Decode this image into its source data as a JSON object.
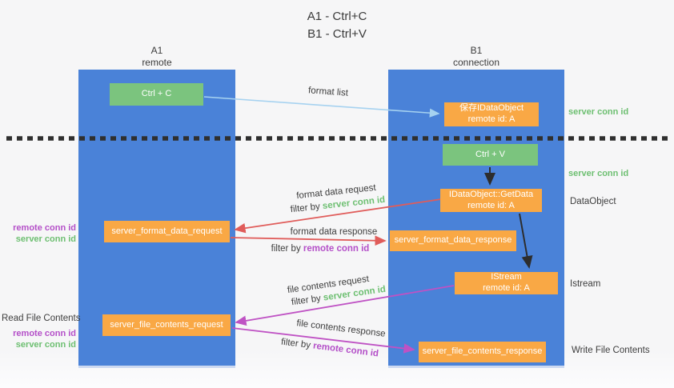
{
  "title": {
    "line1": "A1 - Ctrl+C",
    "line2": "B1 - Ctrl+V"
  },
  "lanes": {
    "left": {
      "title": "A1",
      "subtitle": "remote"
    },
    "right": {
      "title": "B1",
      "subtitle": "connection"
    }
  },
  "nodes": {
    "ctrl_c": "Ctrl + C",
    "save_idataobject": {
      "line1": "保存IDataObject",
      "line2": "remote id: A"
    },
    "ctrl_v": "Ctrl + V",
    "getdata": {
      "line1": "IDataObject::GetData",
      "line2": "remote id: A"
    },
    "server_format_data_request": "server_format_data_request",
    "server_format_data_response": "server_format_data_response",
    "istream": {
      "line1": "IStream",
      "line2": "remote id: A"
    },
    "server_file_contents_request": "server_file_contents_request",
    "server_file_contents_response": "server_file_contents_response"
  },
  "flow_labels": {
    "format_list": "format list",
    "format_data_request": "format data request",
    "format_data_request_filter_prefix": "filter by ",
    "format_data_request_filter_key": "server conn id",
    "format_data_response": "format data response",
    "format_data_response_filter_prefix": "filter by ",
    "format_data_response_filter_key": "remote conn id",
    "file_contents_request": "file contents request",
    "file_contents_request_filter_prefix": "filter by ",
    "file_contents_request_filter_key": "server conn id",
    "file_contents_response": "file contents response",
    "file_contents_response_filter_prefix": "filter by ",
    "file_contents_response_filter_key": "remote conn id"
  },
  "side_labels": {
    "left_format_remote": "remote conn id",
    "left_format_server": "server conn id",
    "read_file_contents": "Read File Contents",
    "left_file_remote": "remote conn id",
    "left_file_server": "server conn id",
    "right_server_conn_top": "server conn id",
    "right_server_conn_mid": "server conn id",
    "data_object": "DataObject",
    "istream": "Istream",
    "write_file_contents": "Write File Contents"
  },
  "colors": {
    "lane_blue": "#4a82d8",
    "node_green": "#7bc47e",
    "node_orange": "#f9a845",
    "arrow_light_blue": "#a6d2f0",
    "arrow_red": "#e05c5a",
    "arrow_magenta": "#bf52c4",
    "arrow_black": "#2d2d2d",
    "text_green": "#6dbf71",
    "text_purple": "#b44fc8"
  }
}
